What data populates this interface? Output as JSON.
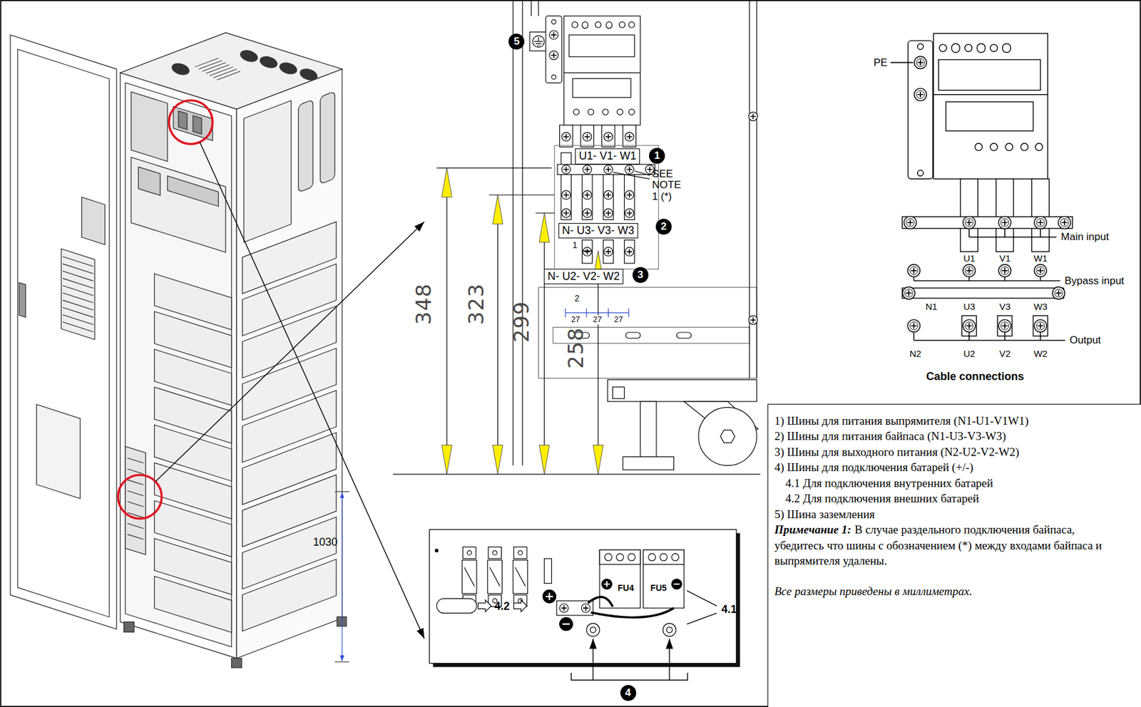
{
  "diagram": {
    "nodes": [
      {
        "text": [
          "5"
        ]
      },
      {
        "text": [
          "U1- V1- W1"
        ]
      },
      {
        "text": [
          "1"
        ]
      },
      {
        "text": [
          "N- U3- V3- W3"
        ]
      },
      {
        "text": [
          "2"
        ]
      },
      {
        "text": [
          "N- U2- V2- W2"
        ]
      },
      {
        "text": [
          "3"
        ]
      },
      {
        "text": [
          "4"
        ]
      },
      {
        "text": [
          "1) Шины для питания выпрямителя (N1-U1-V1W1)",
          "2) Шины для питания байпаса (N1-U3-V3-W3)",
          "3) Шины для выходного питания (N2-U2-V2-W2)",
          "4) Шины для подключения батарей (+/-)",
          "4.1 Для подключения внутренних батарей",
          "4.2 Для подключения внешних батарей",
          "5) Шина заземления",
          "Примечание 1:",
          "В случае раздельного подключения байпаса, убедитесь что шины с обозначением (*) между входами байпаса и выпрямителя удалены.",
          "Все размеры приведены в миллиметрах."
        ]
      }
    ],
    "labels": [
      "1030",
      "SEE NOTE 1 (*)",
      "348",
      "323",
      "299",
      "258",
      "1",
      "2",
      "27",
      "27",
      "27",
      "FU4",
      "FU5",
      "4.2",
      "4.1",
      "PE",
      "Main input",
      "U1",
      "V1",
      "W1",
      "Bypass input",
      "N1",
      "U3",
      "V3",
      "W3",
      "Output",
      "N2",
      "U2",
      "V2",
      "W2",
      "Cable connections"
    ]
  }
}
